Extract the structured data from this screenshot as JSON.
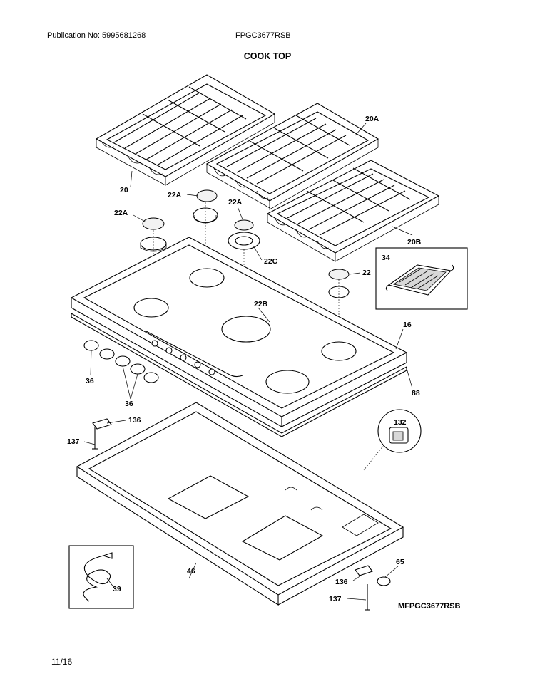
{
  "header": {
    "publication": "Publication No: 5995681268",
    "model": "FPGC3677RSB",
    "section_title": "COOK TOP"
  },
  "callouts": {
    "c20": "20",
    "c20a": "20A",
    "c20b": "20B",
    "c22a_1": "22A",
    "c22a_2": "22A",
    "c22a_3": "22A",
    "c22": "22",
    "c22b": "22B",
    "c22c": "22C",
    "c34": "34",
    "c16": "16",
    "c88": "88",
    "c36_1": "36",
    "c36_2": "36",
    "c136_1": "136",
    "c137_1": "137",
    "c132": "132",
    "c46": "46",
    "c65": "65",
    "c39": "39",
    "c136_2": "136",
    "c137_2": "137"
  },
  "footer": {
    "diagram_id": "MFPGC3677RSB",
    "page": "11/16"
  }
}
